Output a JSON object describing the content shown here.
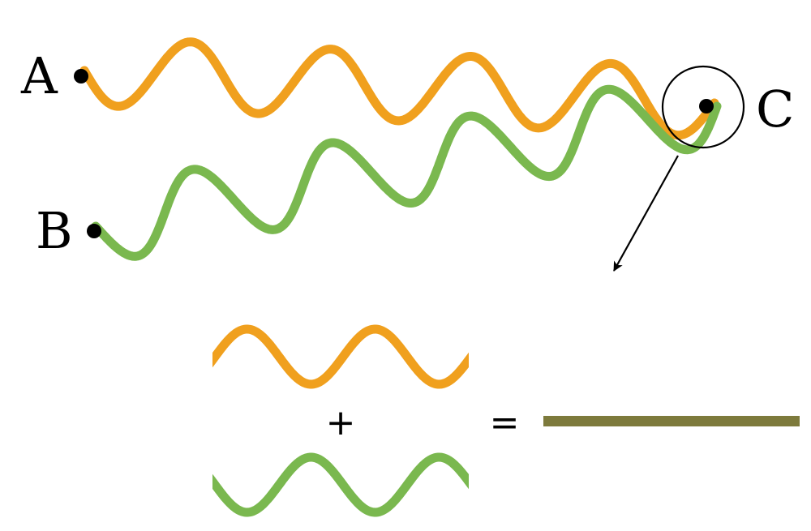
{
  "labels": {
    "a": "A",
    "b": "B",
    "c": "C",
    "plus": "+",
    "equals": "="
  },
  "colors": {
    "wave_a": "#f0a01e",
    "wave_b": "#7ab84f",
    "result": "#7d7a3c",
    "ink": "#000000"
  }
}
